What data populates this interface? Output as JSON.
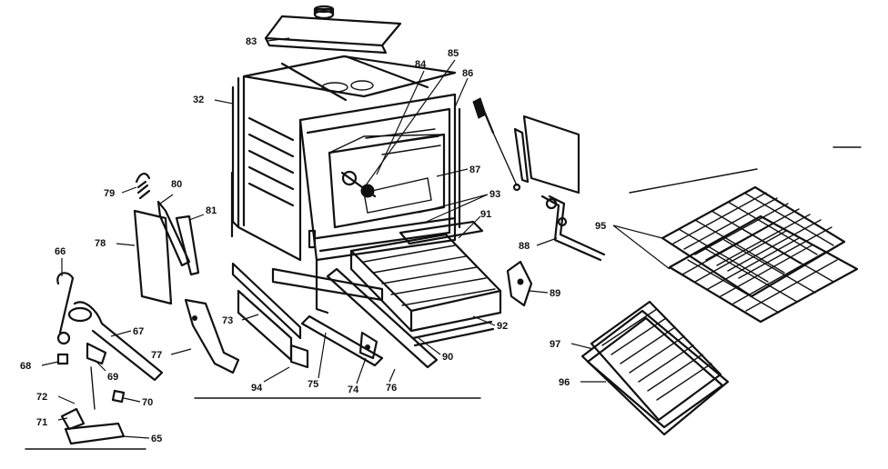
{
  "callouts": [
    {
      "id": "83"
    },
    {
      "id": "84"
    },
    {
      "id": "85"
    },
    {
      "id": "86"
    },
    {
      "id": "32"
    },
    {
      "id": "87"
    },
    {
      "id": "93"
    },
    {
      "id": "91"
    },
    {
      "id": "88"
    },
    {
      "id": "89"
    },
    {
      "id": "95"
    },
    {
      "id": "79"
    },
    {
      "id": "80"
    },
    {
      "id": "81"
    },
    {
      "id": "78"
    },
    {
      "id": "66"
    },
    {
      "id": "67"
    },
    {
      "id": "73"
    },
    {
      "id": "77"
    },
    {
      "id": "68"
    },
    {
      "id": "69"
    },
    {
      "id": "70"
    },
    {
      "id": "72"
    },
    {
      "id": "71"
    },
    {
      "id": "65"
    },
    {
      "id": "94"
    },
    {
      "id": "75"
    },
    {
      "id": "74"
    },
    {
      "id": "76"
    },
    {
      "id": "90"
    },
    {
      "id": "92"
    },
    {
      "id": "97"
    },
    {
      "id": "96"
    }
  ]
}
